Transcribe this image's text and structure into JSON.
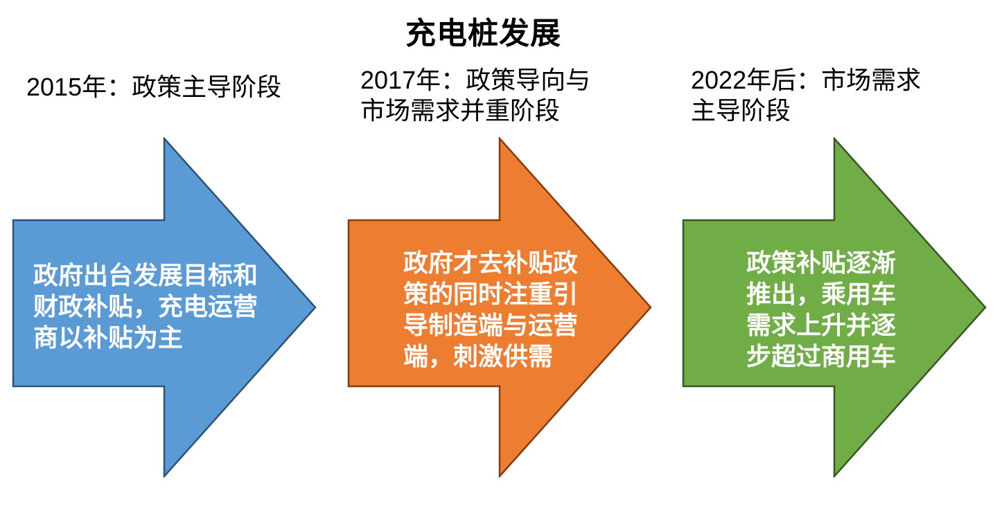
{
  "title": "充电桩发展",
  "stages": [
    {
      "heading": "2015年：政策主导阶段",
      "body": "政府出台发展目标和\n财政补贴，充电运营\n商以补贴为主",
      "fill": "#5B9BD5",
      "border": "#2A5279",
      "text_color": "#FFFFFF"
    },
    {
      "heading": "2017年：政策导向与\n市场需求并重阶段",
      "body": "政府才去补贴政\n策的同时注重引\n导制造端与运营\n端，刺激供需",
      "fill": "#ED7D31",
      "border": "#843C0C",
      "text_color": "#FFFFFF"
    },
    {
      "heading": "2022年后：市场需求\n主导阶段",
      "body": "政策补贴逐渐\n推出，乘用车\n需求上升并逐\n步超过商用车",
      "fill": "#70AD47",
      "border": "#375623",
      "text_color": "#FFFFFF"
    }
  ]
}
